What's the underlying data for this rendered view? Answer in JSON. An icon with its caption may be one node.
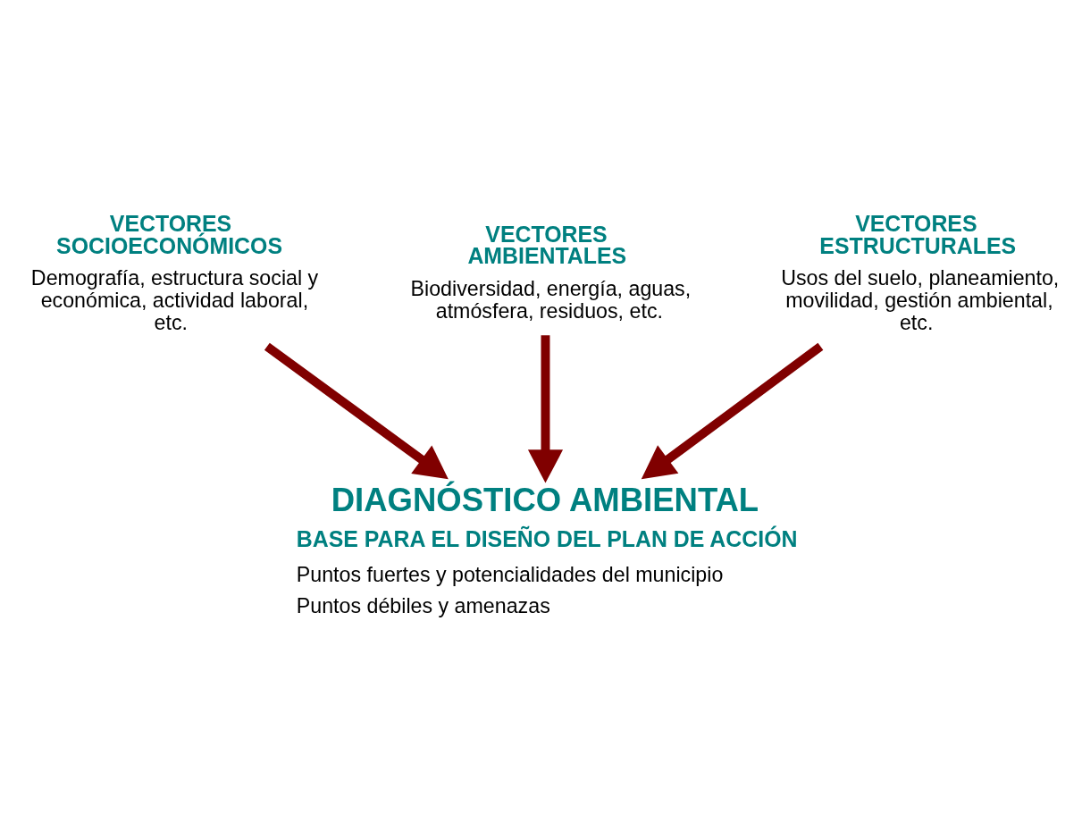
{
  "diagram": {
    "nodes": [
      {
        "text": [
          "VECTORES AMBIENTALES",
          "Biodiversidad, energía, aguas, atmósfera, residuos, etc."
        ]
      },
      {
        "text": [
          "VECTORES SOCIOECONÓMICOS",
          "Demografía, estructura social y económica, actividad laboral, etc."
        ]
      },
      {
        "text": [
          "VECTORES ESTRUCTURALES",
          "Usos del suelo, planeamiento, movilidad, gestión ambiental, etc."
        ]
      },
      {
        "text": [
          "DIAGNÓSTICO AMBIENTAL",
          "BASE PARA EL DISEÑO DEL PLAN DE ACCIÓN",
          "Puntos fuertes y potencialidades del municipio",
          "Puntos débiles y amenazas"
        ]
      }
    ],
    "edges": [
      {
        "from": 1,
        "to": 3,
        "arrow": "to"
      },
      {
        "from": 0,
        "to": 3,
        "arrow": "to"
      },
      {
        "from": 2,
        "to": 3,
        "arrow": "to"
      }
    ]
  }
}
